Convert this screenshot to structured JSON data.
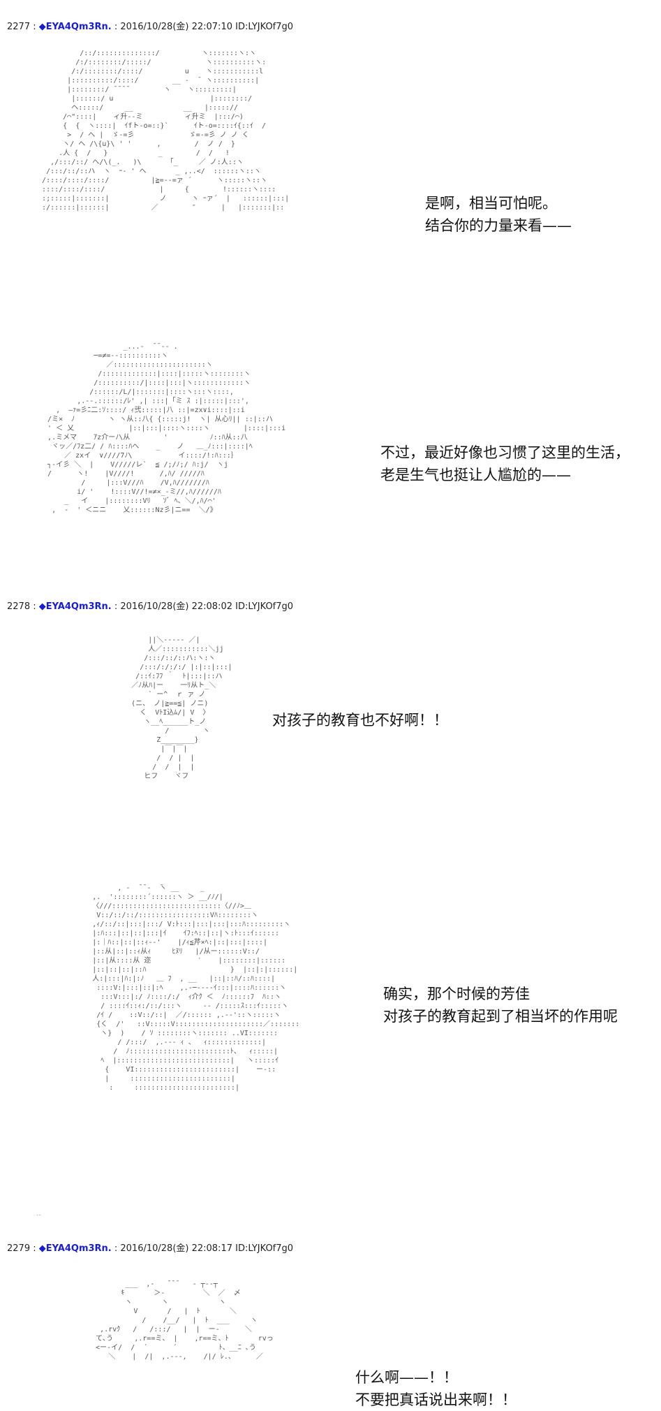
{
  "posts": [
    {
      "number": "2277",
      "separator": " : ",
      "author": "◆EYA4Qm3Rn.",
      "meta": " : 2016/10/28(金) 22:07:10 ID:LYJKOf7g0"
    },
    {
      "number": "2278",
      "separator": " : ",
      "author": "◆EYA4Qm3Rn.",
      "meta": " : 2016/10/28(金) 22:08:02 ID:LYJKOf7g0"
    },
    {
      "number": "2279",
      "separator": " : ",
      "author": "◆EYA4Qm3Rn.",
      "meta": " : 2016/10/28(金) 22:08:17 ID:LYJKOf7g0"
    }
  ],
  "captions": [
    {
      "lines": [
        "是啊，相当可怕呢。",
        "结合你的力量来看——"
      ]
    },
    {
      "lines": [
        "不过，最近好像也习惯了这里的生活，",
        "老是生气也挺让人尴尬的——"
      ]
    },
    {
      "lines": [
        "对孩子的教育也不好啊！！"
      ]
    },
    {
      "lines": [
        "确实，那个时候的芳佳",
        "对孩子的教育起到了相当坏的作用呢"
      ]
    },
    {
      "lines": [
        "什么啊——！！",
        "不要把真话说出来啊！！"
      ]
    }
  ],
  "ascii_art": {
    "panel1": "            /::/::::::::::::::/          ヽ:::::::ヽ:ヽ\n           /:/::::::::/:::::/             ヽ::::::::::ヽ:\n          /:/::::::::/::::/          u    ヽ:::::::::::l\n         |::::::::::/::::/        __ -  ̄  ヽ::::::::::|\n         |::::::::/ ̄ ̄ ̄ ̄         ヽ    ヽ:::::::::|\n          |::::::/ u                       |::::::::/\n          ヘ:::::/     __            __   |::::://\n        /⌒\"::::|    ィ升--ミ          ィ升ミ  |:::/⌒)\n        {  {  ヽ::::|  ｲfト-o=::}`      ｲト-o=::::ｲ{::ｲ  /\n         >  / へ |  ゞ-=彡             ゞ=-=彡 ノ ノ く\n        ヽ/ ヘ /\\{u}\\ ' '      ,        /  ノ /  }\n       .人 {  /   }            _        /  /   !\n     ,/:::/::/ へ/\\(_.   )\\      「_     ／ ノ:人::ヽ\n    /:::/::/::ハ  ヽ  ｰ‐ ' ヘ       _ ,..</  ::::::ヽ::ヽ\n   /::::/::::/::::/          |≧=--=ァ ´      ヽ:::::ヽ::ヽ\n   ::::/::::/::::/             |     {        !::::::ヽ::::\n   :;:::::|:::::::|            ノ      ヽ ｰァ´  |   ::::::|:::|\n   :/::::::|::::::|          ／        ″      |   |:::::::|::",
    "panel2": "                     _...-  ̄ ̄ ‐- .\n              ─=≠=‐-::::::::::ヽ\n                 ／::::::::::::::::::::::ヽ\n               /:::::::::::::|::::|:::::ヽ::::::::ヽ\n              /::::::::::/|::::|:::|ヽ::::::::::::ヽ\n             /::::::/L/|:::::::|::::ヽ:::ヽ::::,\n          ,.--.::::::/ﾚ' ,| :::|「ミ ｽ :|:::::|:::',\n     ,  ―ｧ=彡ﾆ二:ｿ::::/ ｨ弐:::::|八 ::|=zx∨i::::|::i\n   /ミ×  ﾉ        ヽ ヽ从::八{ {:::::j!  ヽ| 从心ﾘ|| ::|::ハ\n   ' ＜ 乂             |::|:::|::::ヽ::::ヽ        |::::|:::i\n   ,.ミメマ    ｱz介ーﾉ\\从        '          ﾉ::ﾊ从::八\n    ヾッ／/ﾌz二/ / ﾊ::::ﾊへ    _    ノ   ＿_ﾉ:::|::::|ﾍ\n       ／ zxイ  ∨////7ﾉ\\           イ::::/!:ﾊ:::｝\n   ┐-イ彡 ＼  |    V/////レ`  ≦ /;/ﾉ;/ ﾊ:j/  ヽj\n   /      ヽ!    |V////!      /,ﾊ/ /////ﾊ\n           /     |:::V///ﾊ    /V,ﾊ///////ﾊ\n          i/ '    !::::V//!=≠×_-ミ//,ﾊ//////ﾊ\n       _   イ    |::::::::Vﾘ   ｿﾞ ﾍ、＼/,ﾊ/⌒'\n    ,  -  ' ＜ニニ    乂::::::Nz彡|ニ==  ＼/》",
    "panel3": "            ||＼‐---‐ ／|\n            人／:::::::::::＼jj\n           /:::/::/::ハ:ヽ:ヽ\n          /:::/:/:/:/ |:|::|:::|\n         /::ｲ:ﾌﾌ ｀  ﾄ|:::|::ハ\n        ／ﾉ从ﾊ|ー    一ﾘ从ト_＼\n            ` ー^  ｒ ァ ノ\n        (ニ、 ノ|≧==≦| ノニ)\n          く  VﾄI込ﾑ/| V  〉\n           ヽ__ﾍ______ト_ノ\n                /        ヽ\n              Z________}\n               |￣|￣|\n              /  / |  |\n             /  /  |  |\n           ヒフ    ヾフ",
    "panel4": "                  , -  ̄ ̄ -  ̄ヽ __     _\n            ,.  '::::::::´::::::ヽ ＞ __/ﾉ/|\n            〈///::::::::::::::::::::::::::〈//ﾉ>＿\n             V::/::/::/:::::::::::::::::Vﾊ::::::::ヽ\n            ,ｨ/::/::|:::|:::/ V:ﾄ:::|:::|:::|:::ﾊ:::::::::ヽ\n            |:ﾊ:::|::|::|:::|ｲ    ｲﾌ:ﾍ::|::|ヽ:ﾄ:::ｲ::::::\n            |:｜ﾊ::|::|::ｨ-‐'    |/ｨ≦芹×ﾍ:|::|:::|::::|\n            |::从|::|::ｨ从ｨ     ﾋﾇﾘ   |/从ー::::::V::/\n            |::|从::::从 迩           ′    |::::::::|::::::\n            |::|::|::|::ﾊ                    }  |::|:|::::::|\n            人:|:::|ﾊ:|:ﾉ   ＿ ﾌ  , __   |::|::ﾊ/::ﾊ::::|\n             ::::V:|:::|::|:ﾍ    ,.-─----ｲ:::|::::ﾊ::::::ヽ\n              :::V:::|:/ ﾉ::::/:/  ｨ介ｸ ＜  ﾉ::::::ﾌ  ﾊ::ヽ\n              / ::::ｲ::ｨ:/::/:::ヽ     -‐ /:::::ｽ:::ｲ:::::ヽ\n             /ｲ /    ::V::/::|  ／/:::::: ,.-‐'::ヽ:::::ヽ\n             {く  /'   ::V:::::V:::::::::::::::::::::／:::::::\n              ヽ}  )    / ｿ ::::::::ヽ::::::: ..VI:::::::\n                  / /:::/  ,.--- ｨ 、  ｨ:::::::::::::|\n                 /  ﾉ::::::::::::::::::::::::ﾄ、  ｨ:::::|\n              ﾍ  |:::::::::::::::::::::::::::|   ヽ:::::ｲ\n               {    VI::::::::::::::::::::::::|    ー‐::\n               |     ::::::::::::::::::::::::|\n                :     ::::::::::::::::::::::::|",
    "panel5": "              ___  ,-   ̄ ̄ ̄    ‐ ┬--┬\n             ｷ       ＞-         ＼  ／  〆\n              ヽ       ヽ            ヽ\n                V       /   |  ﾄ       ＼\n                  /    /__/   |  ﾄ  ___     ヽ\n        ,.rvｸ   /   /:::/   |  |  ー‐      ＼\n       て､う     ,.r==ミ、 |    ,r==ミ、ﾄ       rvっ\n       <ー-イ/  /  ´      ´          ﾄ、__ﾆ ､う\n          ＼    |  /|  ,.---,    /|/ ﾚ.、     ／"
  }
}
